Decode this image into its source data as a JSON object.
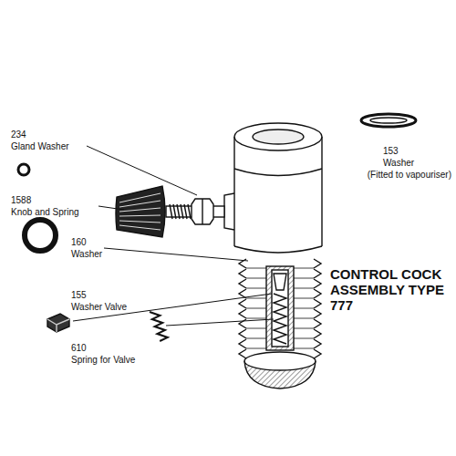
{
  "diagram": {
    "title": "CONTROL COCK ASSEMBLY TYPE 777",
    "labels": [
      "234",
      "Gland Washer",
      "1588",
      "Knob and Spring",
      "160",
      "Washer",
      "155",
      "Washer Valve",
      "610",
      "Spring for Valve",
      "153",
      "Washer",
      "(Fitted to vapouriser)"
    ]
  }
}
